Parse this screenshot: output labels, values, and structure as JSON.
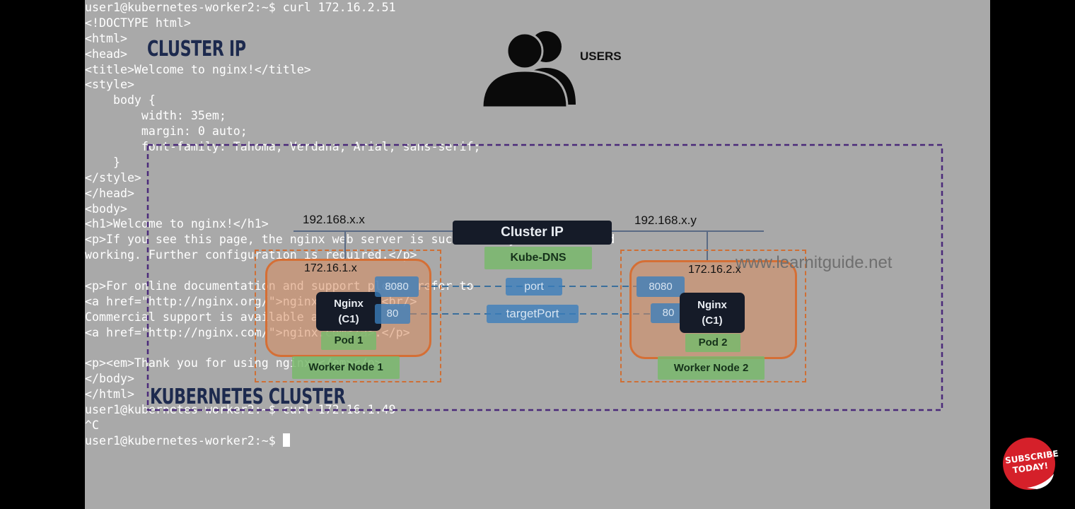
{
  "terminal": {
    "lines": [
      "user1@kubernetes-worker2:~$ curl 172.16.2.51",
      "<!DOCTYPE html>",
      "<html>",
      "<head>",
      "<title>Welcome to nginx!</title>",
      "<style>",
      "    body {",
      "        width: 35em;",
      "        margin: 0 auto;",
      "        font-family: Tahoma, Verdana, Arial, sans-serif;",
      "    }",
      "</style>",
      "</head>",
      "<body>",
      "<h1>Welcome to nginx!</h1>",
      "<p>If you see this page, the nginx web server is successfully installed and",
      "working. Further configuration is required.</p>",
      "",
      "<p>For online documentation and support please refer to",
      "<a href=\"http://nginx.org/\">nginx.org</a>.<br/>",
      "Commercial support is available at",
      "<a href=\"http://nginx.com/\">nginx.com</a>.</p>",
      "",
      "<p><em>Thank you for using nginx.</em></p>",
      "</body>",
      "</html>",
      "user1@kubernetes-worker2:~$ curl 172.16.1.49",
      "^C"
    ],
    "prompt": "user1@kubernetes-worker2:~$ "
  },
  "diagram": {
    "title": "CLUSTER IP",
    "users_label": "USERS",
    "cluster_label": "KUBERNETES CLUSTER",
    "watermark": "www.learnitguide.net",
    "network_left": "192.168.x.x",
    "network_right": "192.168.x.y",
    "cluster_ip": "Cluster IP",
    "kube_dns": "Kube-DNS",
    "port_label": "port",
    "target_port_label": "targetPort",
    "node1": {
      "subnet": "172.16.1.x",
      "port": "8080",
      "target_port": "80",
      "container": "Nginx\n(C1)",
      "pod": "Pod 1",
      "worker": "Worker Node 1"
    },
    "node2": {
      "subnet": "172.16.2.x",
      "port": "8080",
      "target_port": "80",
      "container": "Nginx\n(C1)",
      "pod": "Pod 2",
      "worker": "Worker Node 2"
    }
  },
  "subscribe_badge": "SUBSCRIBE TODAY!",
  "colors": {
    "background": "#a9a9a9",
    "cluster_border": "#4b2a7a",
    "node_border": "#d56f35",
    "port_box": "#3a7ebc",
    "pod_box": "#79b96c",
    "container_box": "#151b28",
    "badge": "#d5202a"
  }
}
